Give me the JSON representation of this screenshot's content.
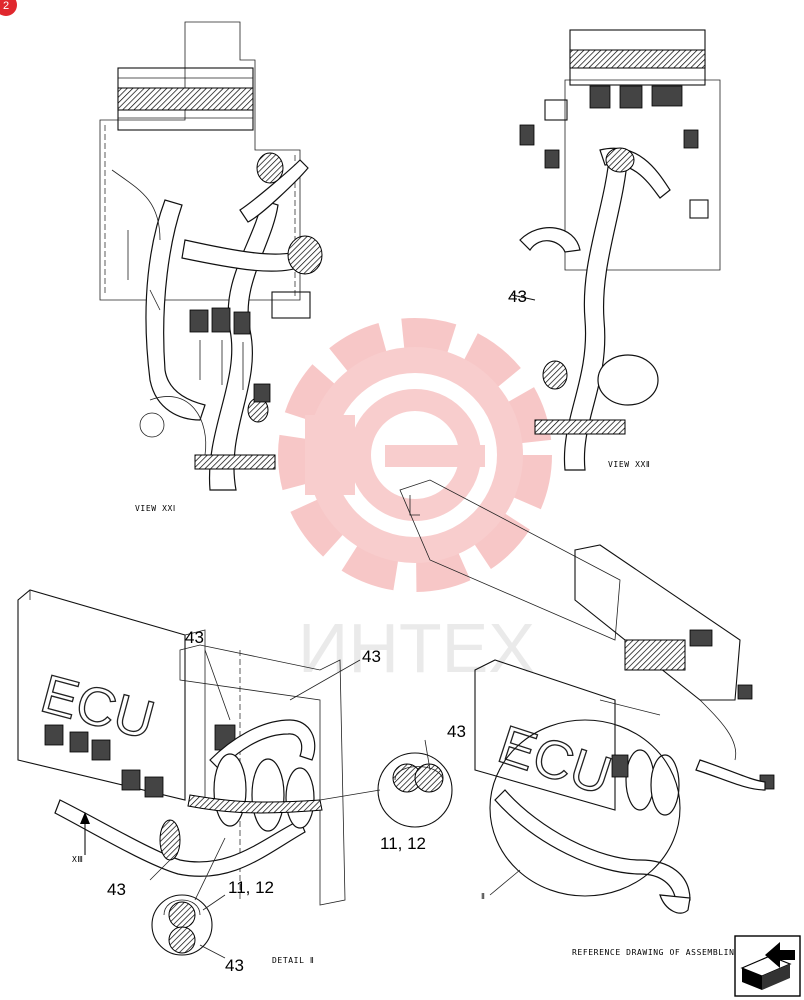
{
  "page_marker": "2",
  "watermark_text": "ИНТЕХ",
  "views": {
    "view_xx1_caption": "VIEW XXⅠ",
    "view_xx2_caption": "VIEW XXⅡ",
    "detail_caption": "DETAIL Ⅱ",
    "reference_caption": "REFERENCE DRAWING OF ASSEMBLING"
  },
  "labels": {
    "callout_43_view2": "43",
    "callout_43_detail_a": "43",
    "callout_43_detail_b": "43",
    "callout_43_detail_c": "43",
    "callout_43_circle_small": "43",
    "callout_43_circle_large": "43",
    "callout_1112_small": "11, 12",
    "callout_1112_large": "11, 12",
    "arrow_view_marker": "XⅢ",
    "reference_detail_marker": "Ⅱ",
    "ecu_text_left": "ECU",
    "ecu_text_right": "ECU"
  },
  "nav": {
    "next_icon": "next-page-icon"
  },
  "colors": {
    "marker_red": "#e0282e",
    "watermark_red": "#f5b5b5"
  }
}
